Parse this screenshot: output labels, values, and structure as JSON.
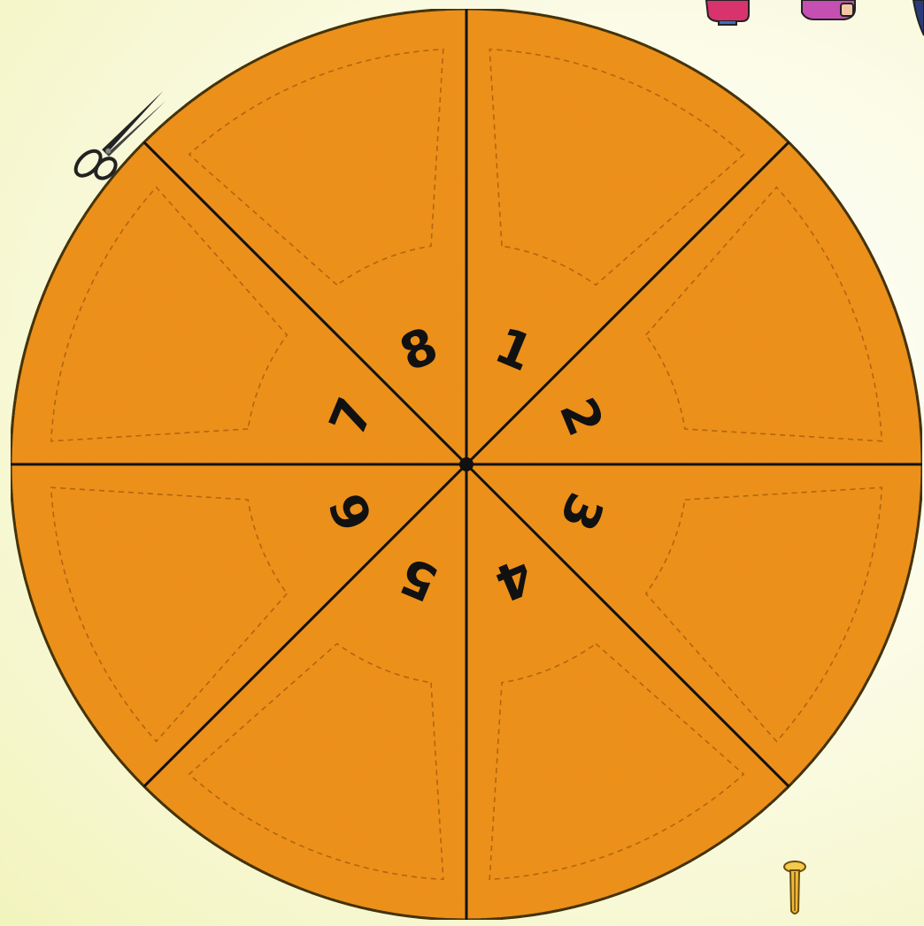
{
  "wheel": {
    "segment_count": 8,
    "labels": [
      "1",
      "2",
      "3",
      "4",
      "5",
      "6",
      "7",
      "8"
    ],
    "colors": {
      "segment_fill": "#F0901E",
      "line": "#111111",
      "dashed_guide": "#B4640F",
      "background": "#F6F7CE"
    }
  },
  "decorations": {
    "cut_marker_icon": "scissors-icon",
    "fastener_icon": "split-pin-icon",
    "corner_figures": "cartoon-children-figures"
  }
}
